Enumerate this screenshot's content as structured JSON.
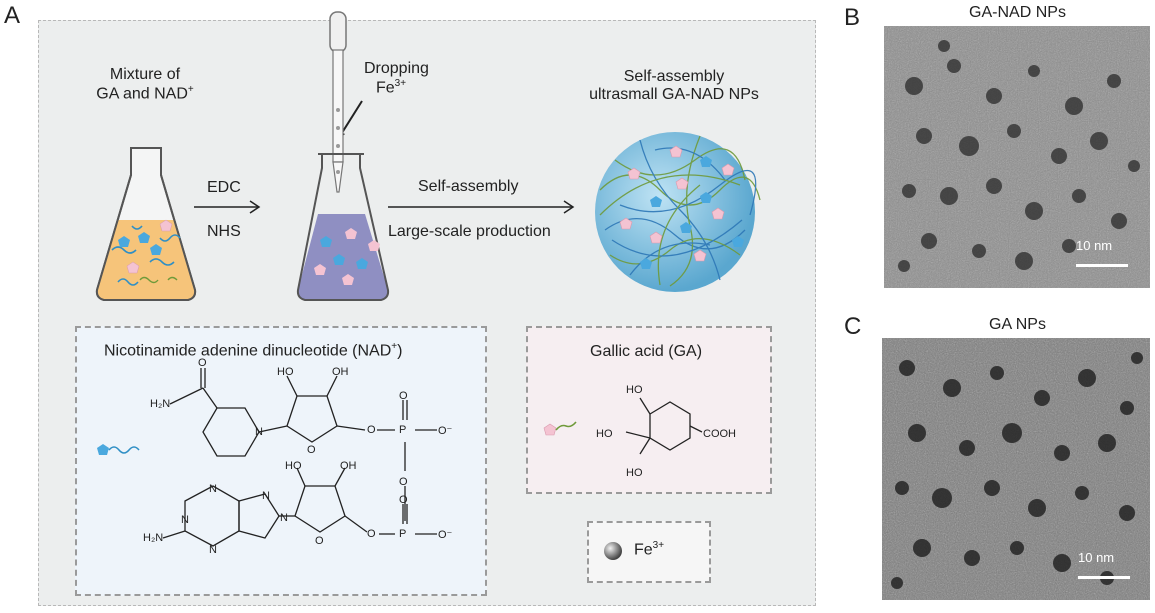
{
  "panels": {
    "a": "A",
    "b": "B",
    "c": "C"
  },
  "panelA": {
    "mixture_line1": "Mixture of",
    "mixture_line2": "GA and NAD",
    "mixture_sup": "+",
    "dropping_line1": "Dropping",
    "dropping_line2": "Fe",
    "dropping_sup": "3+",
    "edc": "EDC",
    "nhs": "NHS",
    "selfassembly": "Self-assembly",
    "largescale": "Large-scale production",
    "product_line1": "Self-assembly",
    "product_line2": "ultrasmall GA-NAD NPs",
    "nad_title": "Nicotinamide adenine dinucleotide (NAD",
    "nad_title_sup": "+",
    "nad_title_end": ")",
    "ga_title": "Gallic acid (GA)",
    "fe_label": "Fe",
    "fe_sup": "3+",
    "chem": {
      "h2n_1": "H₂N",
      "o_amide": "O",
      "nplus": "N",
      "ho1": "HO",
      "oh1": "OH",
      "o_ring1": "O",
      "o_link1": "O",
      "p1": "P",
      "o_top1": "O",
      "ominus1": "O⁻",
      "o_bridge": "O",
      "h2n_2": "H₂N",
      "n_a": "N",
      "n_b": "N",
      "n_c": "N",
      "n_d": "N",
      "n_e": "N",
      "ho2": "HO",
      "oh2": "OH",
      "o_ring2": "O",
      "o_link2": "O",
      "p2": "P",
      "o_top2": "O",
      "ominus2": "O⁻",
      "ga_ho_top": "HO",
      "ga_ho_left": "HO",
      "ga_ho_bottom": "HO",
      "ga_cooh": "COOH"
    }
  },
  "panelB": {
    "title": "GA-NAD NPs",
    "scale": "10 nm"
  },
  "panelC": {
    "title": "GA NPs",
    "scale": "10 nm"
  },
  "colors": {
    "flask_liquid_orange": "#f6c47a",
    "flask_liquid_purple": "#8f8fc2",
    "nad_blue": "#4aa8de",
    "ga_pink": "#f4c3d2",
    "strand_green": "#6f9a3a"
  }
}
